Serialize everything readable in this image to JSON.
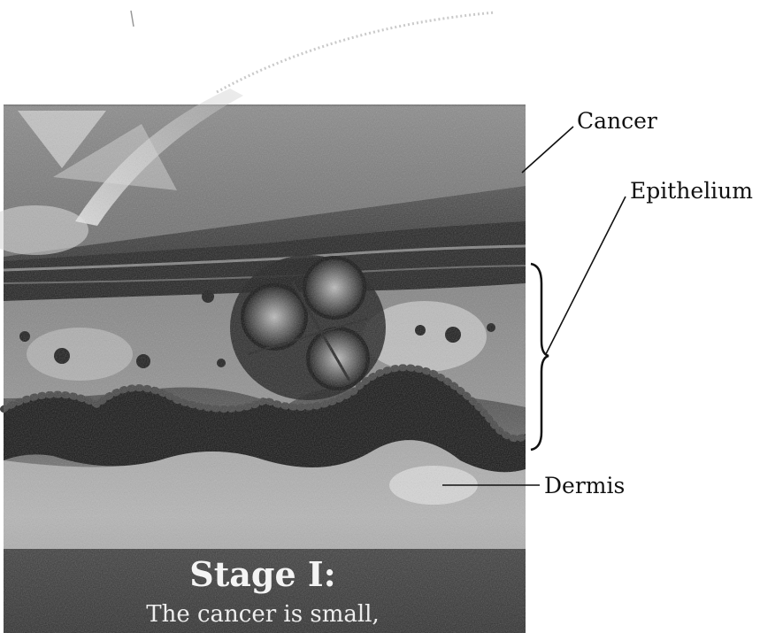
{
  "labels": {
    "cancer": "Cancer",
    "epithelium": "Epithelium",
    "dermis": "Dermis"
  },
  "caption": {
    "title": "Stage I:",
    "body": "The cancer is small,"
  },
  "colors": {
    "background": "#ffffff",
    "tissue_dark": "#1c1c1c",
    "tissue_mid": "#6e6e6e",
    "tissue_light": "#cfcfcf",
    "line": "#111111"
  }
}
